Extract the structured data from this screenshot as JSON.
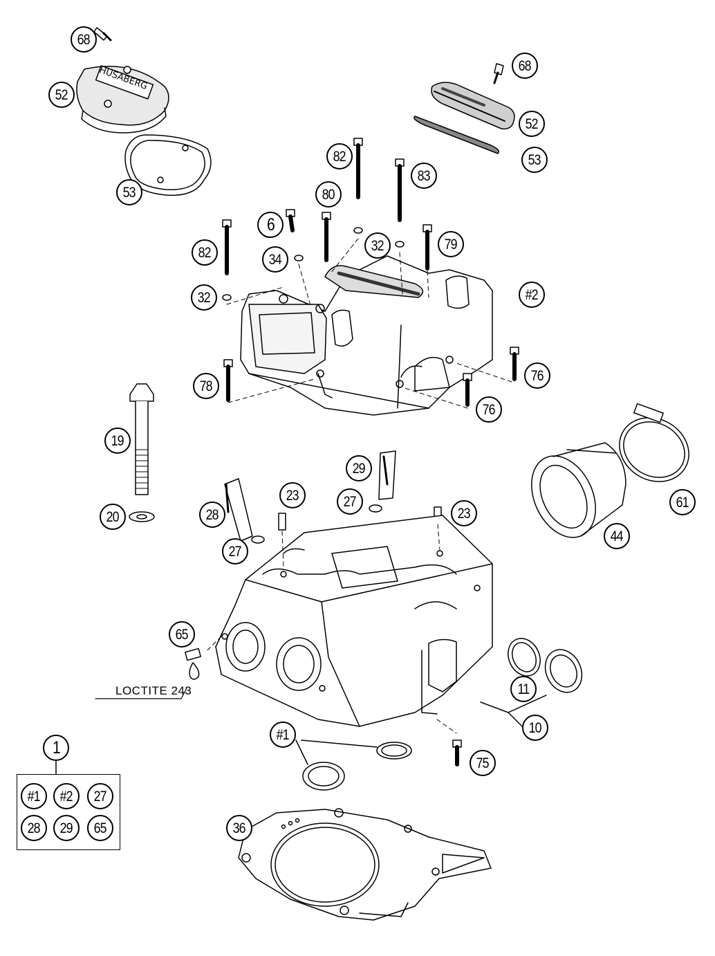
{
  "diagram": {
    "note_text": "LOCTITE 243",
    "callouts": {
      "c68a": "68",
      "c52a": "52",
      "c53a": "53",
      "c68b": "68",
      "c52b": "52",
      "c53b": "53",
      "c82a": "82",
      "c83": "83",
      "c80": "80",
      "c6": "6",
      "c32a": "32",
      "c79": "79",
      "c82b": "82",
      "c34": "34",
      "c32b": "32",
      "c2": "#2",
      "c76a": "76",
      "c78": "78",
      "c76b": "76",
      "c19": "19",
      "c20": "20",
      "c29": "29",
      "c27a": "27",
      "c23a": "23",
      "c28": "28",
      "c23b": "23",
      "c27b": "27",
      "c61": "61",
      "c44": "44",
      "c65": "65",
      "c11": "11",
      "c10": "10",
      "c1h": "#1",
      "c75": "75",
      "c1": "1",
      "c36": "36"
    },
    "kit": {
      "k1": "#1",
      "k2": "#2",
      "k3": "27",
      "k4": "28",
      "k5": "29",
      "k6": "65"
    },
    "colors": {
      "line": "#000000",
      "background": "#ffffff",
      "shade": "#555555"
    }
  }
}
